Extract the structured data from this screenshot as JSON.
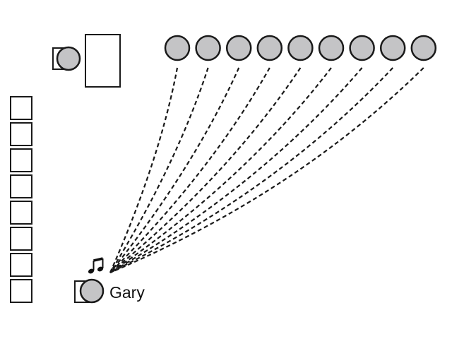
{
  "diagram": {
    "subject_label": "Gary",
    "icons": {
      "music": "music-note-icon",
      "person": "person-icon",
      "chair": "chair-icon",
      "table": "table-icon"
    },
    "colors": {
      "stroke": "#1a1a1a",
      "person_fill": "#c4c4c6",
      "background": "#ffffff"
    },
    "audience_count": 9,
    "left_chair_count": 8
  }
}
